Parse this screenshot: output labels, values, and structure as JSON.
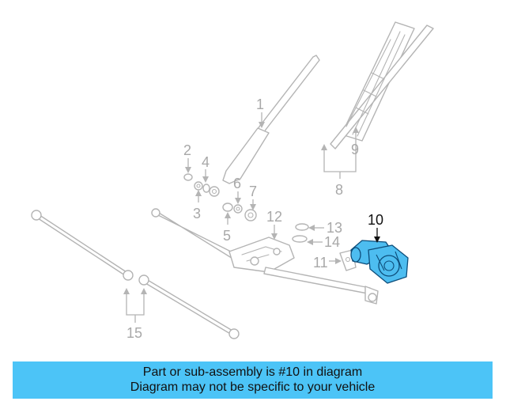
{
  "labels": {
    "l1": "1",
    "l2": "2",
    "l3": "3",
    "l4": "4",
    "l5": "5",
    "l6": "6",
    "l7": "7",
    "l8": "8",
    "l9": "9",
    "l10": "10",
    "l11": "11",
    "l12": "12",
    "l13": "13",
    "l14": "14",
    "l15": "15"
  },
  "highlighted_part": "10",
  "colors": {
    "highlight_fill": "#4dbdf0",
    "banner": "#4cc4f7",
    "line_art": "#b4b4b4"
  },
  "banner": {
    "line1": "Part or sub-assembly is #10 in diagram",
    "line2": "Diagram may not be specific to your vehicle"
  }
}
